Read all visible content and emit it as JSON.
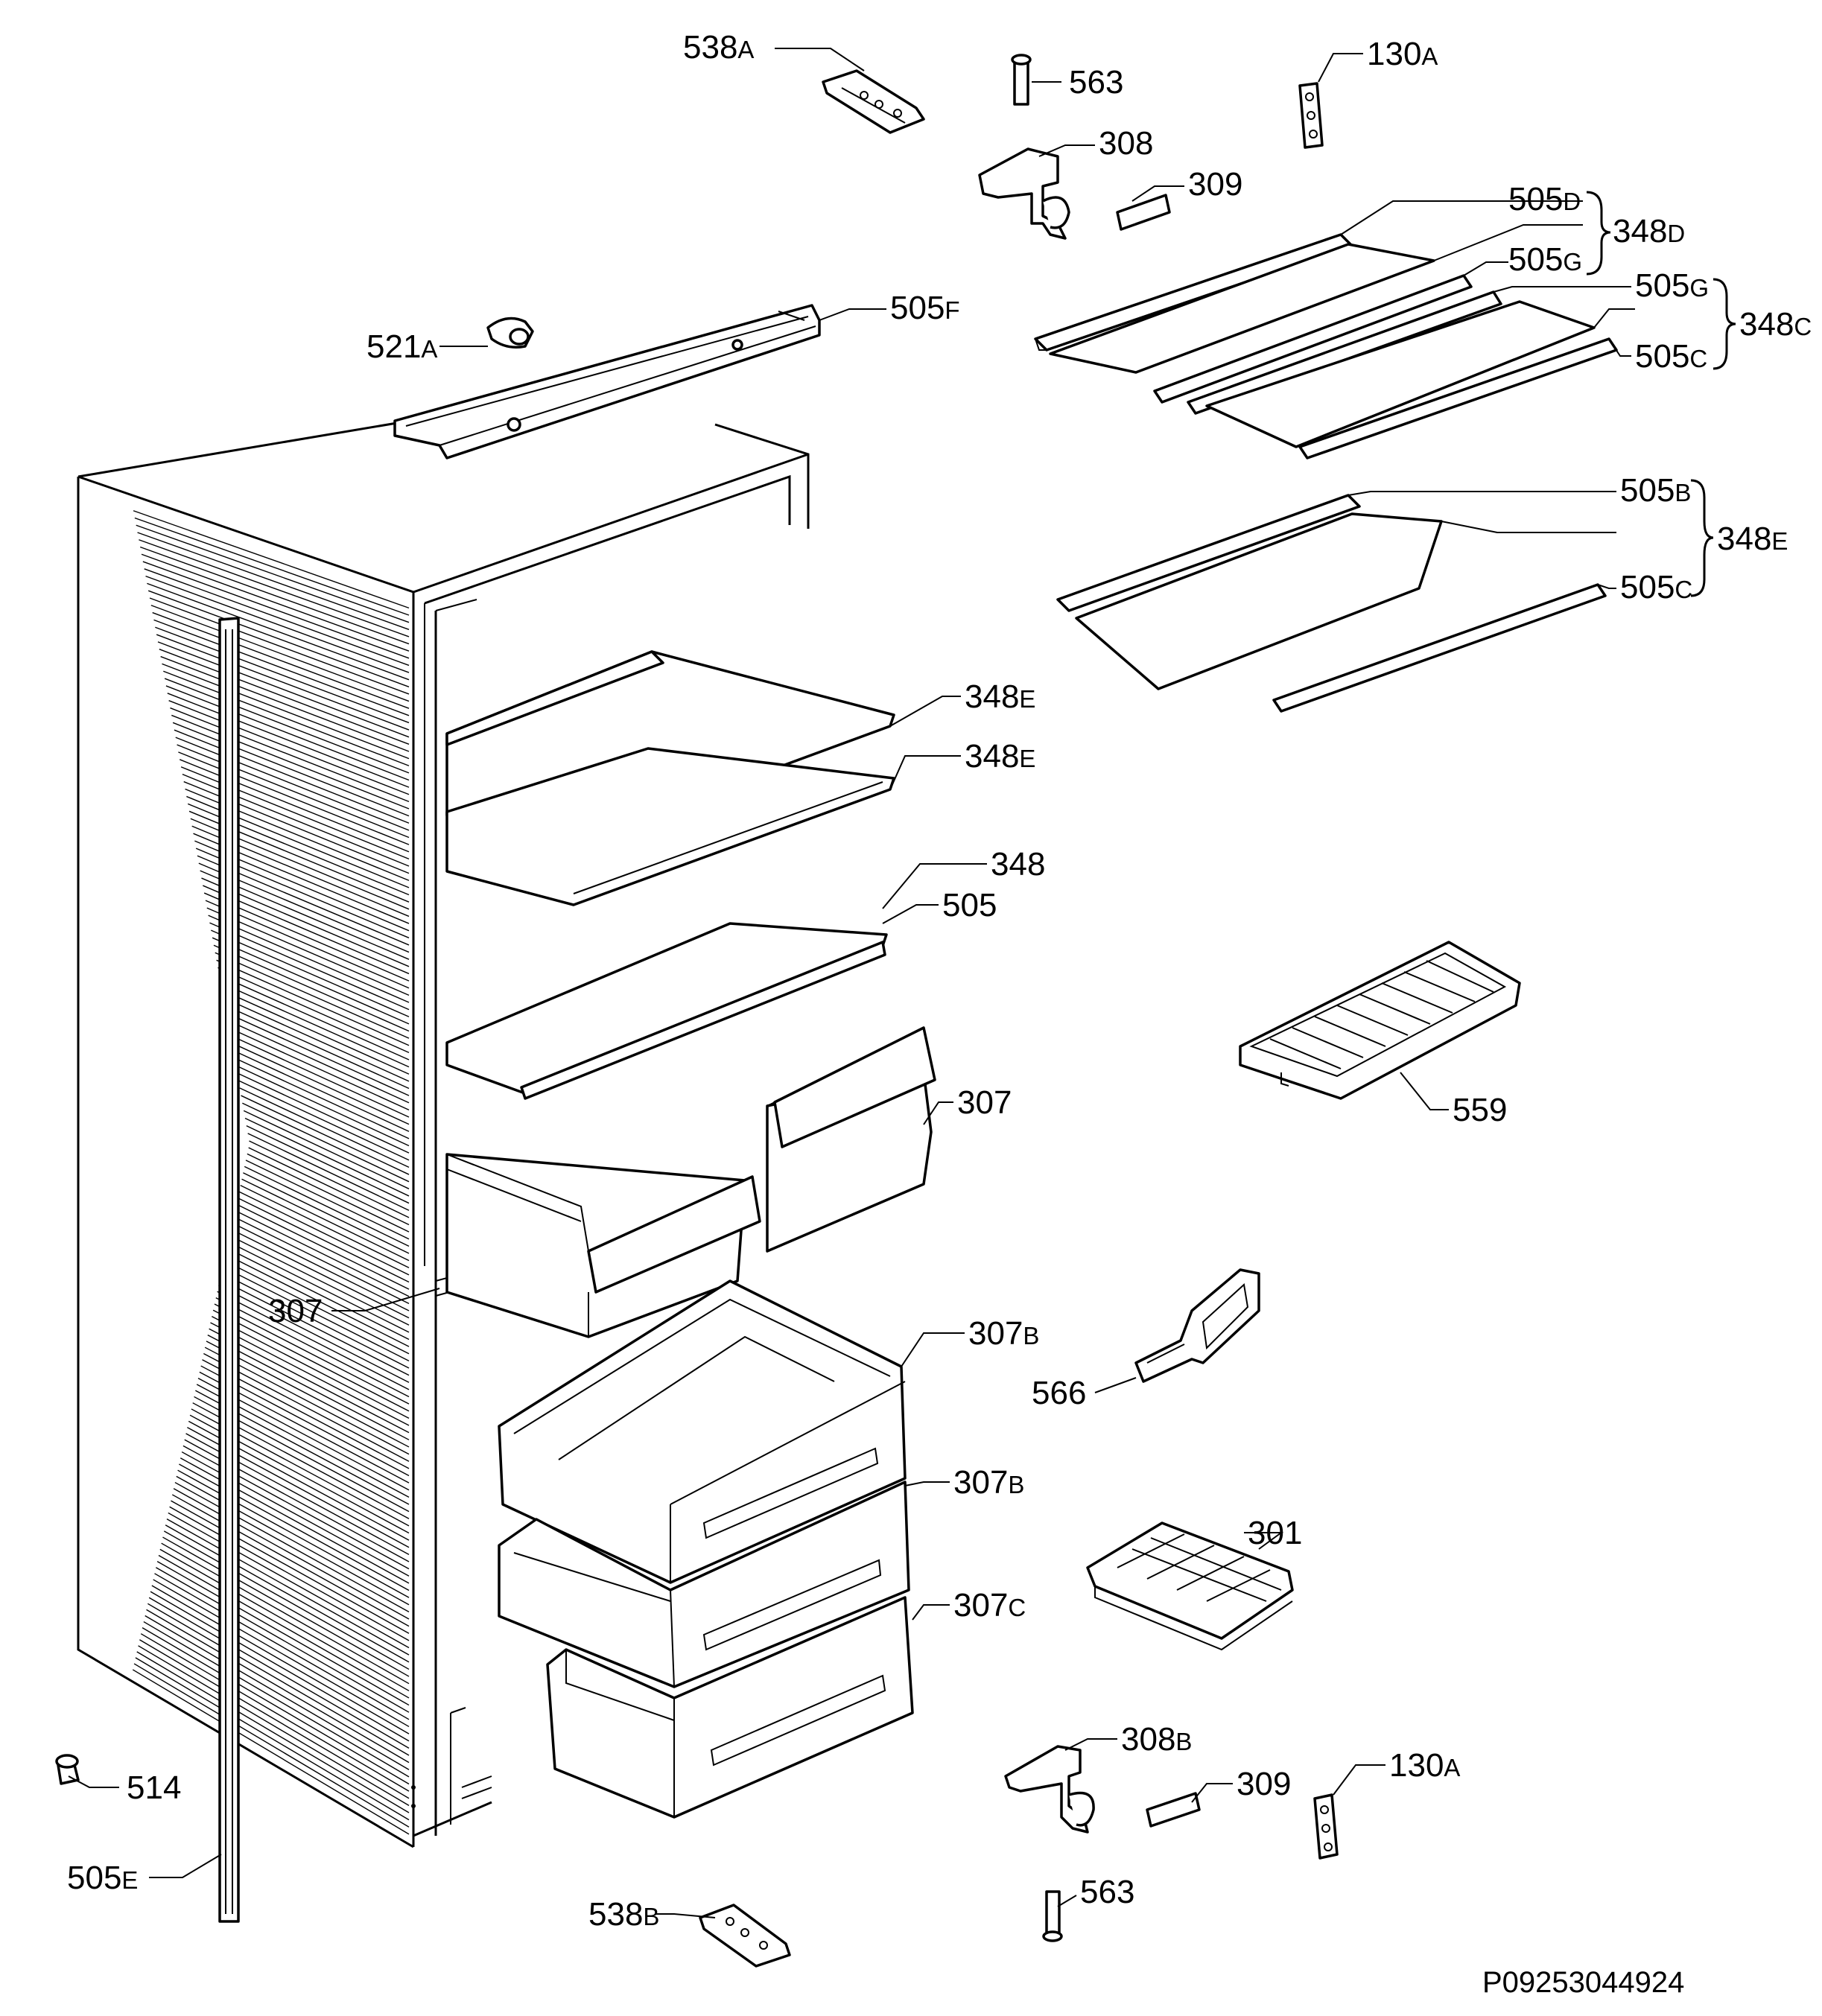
{
  "labels": {
    "l538a": {
      "num": "538",
      "suf": "A"
    },
    "l563t": {
      "num": "563",
      "suf": ""
    },
    "l130at": {
      "num": "130",
      "suf": "A"
    },
    "l308": {
      "num": "308",
      "suf": ""
    },
    "l309t": {
      "num": "309",
      "suf": ""
    },
    "l505d": {
      "num": "505",
      "suf": "D"
    },
    "l348d": {
      "num": "348",
      "suf": "D"
    },
    "l505g1": {
      "num": "505",
      "suf": "G"
    },
    "l505g2": {
      "num": "505",
      "suf": "G"
    },
    "l348c": {
      "num": "348",
      "suf": "C"
    },
    "l505c1": {
      "num": "505",
      "suf": "C"
    },
    "l505f": {
      "num": "505",
      "suf": "F"
    },
    "l521a": {
      "num": "521",
      "suf": "A"
    },
    "l505b": {
      "num": "505",
      "suf": "B"
    },
    "l348e_r": {
      "num": "348",
      "suf": "E"
    },
    "l505c2": {
      "num": "505",
      "suf": "C"
    },
    "l348e1": {
      "num": "348",
      "suf": "E"
    },
    "l348e2": {
      "num": "348",
      "suf": "E"
    },
    "l348": {
      "num": "348",
      "suf": ""
    },
    "l505": {
      "num": "505",
      "suf": ""
    },
    "l307r": {
      "num": "307",
      "suf": ""
    },
    "l559": {
      "num": "559",
      "suf": ""
    },
    "l307l": {
      "num": "307",
      "suf": ""
    },
    "l307b1": {
      "num": "307",
      "suf": "B"
    },
    "l566": {
      "num": "566",
      "suf": ""
    },
    "l307b2": {
      "num": "307",
      "suf": "B"
    },
    "l301": {
      "num": "301",
      "suf": ""
    },
    "l307c": {
      "num": "307",
      "suf": "C"
    },
    "l308b": {
      "num": "308",
      "suf": "B"
    },
    "l309b": {
      "num": "309",
      "suf": ""
    },
    "l130ab": {
      "num": "130",
      "suf": "A"
    },
    "l514": {
      "num": "514",
      "suf": ""
    },
    "l505e": {
      "num": "505",
      "suf": "E"
    },
    "l538b": {
      "num": "538",
      "suf": "B"
    },
    "l563b": {
      "num": "563",
      "suf": ""
    }
  },
  "drawing_code": "P09253044924"
}
